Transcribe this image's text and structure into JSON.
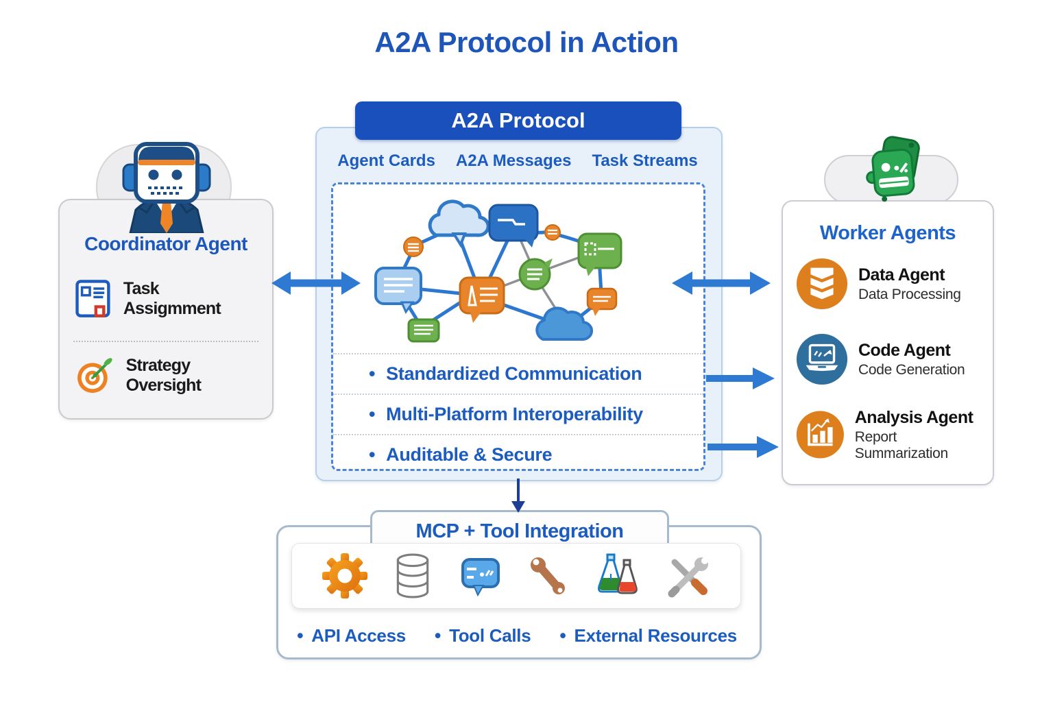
{
  "title": "A2A Protocol in Action",
  "ui": {
    "bullet": "•"
  },
  "coordinator": {
    "title": "Coordinator Agent",
    "items": [
      {
        "label": "Task Assigmment",
        "icon": "task-document-icon"
      },
      {
        "label": "Strategy Oversight",
        "icon": "target-icon"
      }
    ]
  },
  "protocol": {
    "header": "A2A Protocol",
    "capabilities": [
      "Agent Cards",
      "A2A Messages",
      "Task Streams"
    ],
    "bullets": [
      "Standardized Communication",
      "Multi-Platform Interoperability",
      "Auditable & Secure"
    ]
  },
  "workers": {
    "title": "Worker Agents",
    "agents": [
      {
        "name": "Data Agent",
        "role": "Data Processing",
        "icon": "data-stack-icon",
        "color": "#de7f1e"
      },
      {
        "name": "Code Agent",
        "role": "Code Generation",
        "icon": "code-laptop-icon",
        "color": "#2e6f9e"
      },
      {
        "name": "Analysis Agent",
        "role": "Report Summarization",
        "icon": "bar-chart-icon",
        "color": "#de7f1e"
      }
    ]
  },
  "mcp": {
    "title": "MCP + Tool Integration",
    "icons": [
      "gear-icon",
      "database-icon",
      "chat-tool-icon",
      "wrench-icon",
      "flasks-icon",
      "crossed-tools-icon"
    ],
    "bullets": [
      "API Access",
      "Tool Calls",
      "External Resources"
    ]
  },
  "colors": {
    "title_blue": "#1e55b8",
    "header_bg": "#1950bb",
    "accent_blue": "#1b5cbe",
    "arrow_blue": "#2e7ad2",
    "down_arrow_navy": "#1c3e94",
    "panel_bg": "#e8f0fa",
    "orange": "#de7f1e",
    "green": "#2aa853",
    "code_blue": "#2e6f9e"
  }
}
